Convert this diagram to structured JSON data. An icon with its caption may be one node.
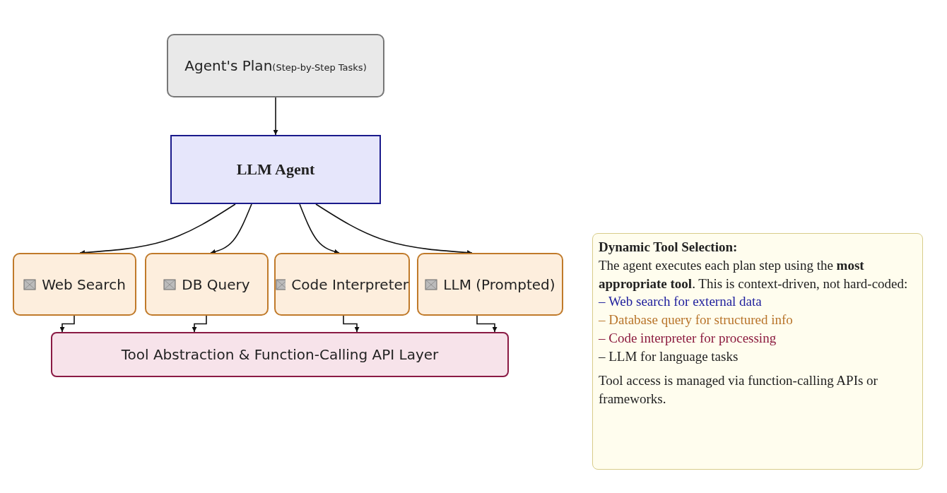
{
  "diagram": {
    "nodes": [
      {
        "text": [
          "Agent's Plan",
          "(Step-by-Step Tasks)"
        ]
      },
      {
        "text": [
          "LLM Agent"
        ]
      },
      {
        "text": [
          "Web Search"
        ]
      },
      {
        "text": [
          "DB Query"
        ]
      },
      {
        "text": [
          "Code Interpreter"
        ]
      },
      {
        "text": [
          "LLM (Prompted)"
        ]
      },
      {
        "text": [
          "Tool Abstraction & Function-Calling API Layer"
        ]
      },
      {
        "text": [
          "Dynamic Tool Selection:",
          "The agent executes each plan step using the **most appropriate tool**.  This is context-driven, not hard-coded:",
          "– Web search for external data",
          "– Database query for structured info",
          "– Code interpreter for processing",
          "– LLM for language tasks",
          "Tool access is managed via function-calling APIs or frameworks."
        ]
      }
    ],
    "edges": [
      {
        "from": 0,
        "to": 1,
        "arrow": "to"
      },
      {
        "from": 1,
        "to": 2,
        "arrow": "to"
      },
      {
        "from": 1,
        "to": 3,
        "arrow": "to"
      },
      {
        "from": 1,
        "to": 4,
        "arrow": "to"
      },
      {
        "from": 1,
        "to": 5,
        "arrow": "to"
      },
      {
        "from": 2,
        "to": 6,
        "arrow": "to"
      },
      {
        "from": 3,
        "to": 6,
        "arrow": "to"
      },
      {
        "from": 4,
        "to": 6,
        "arrow": "to"
      },
      {
        "from": 5,
        "to": 6,
        "arrow": "to"
      }
    ]
  }
}
